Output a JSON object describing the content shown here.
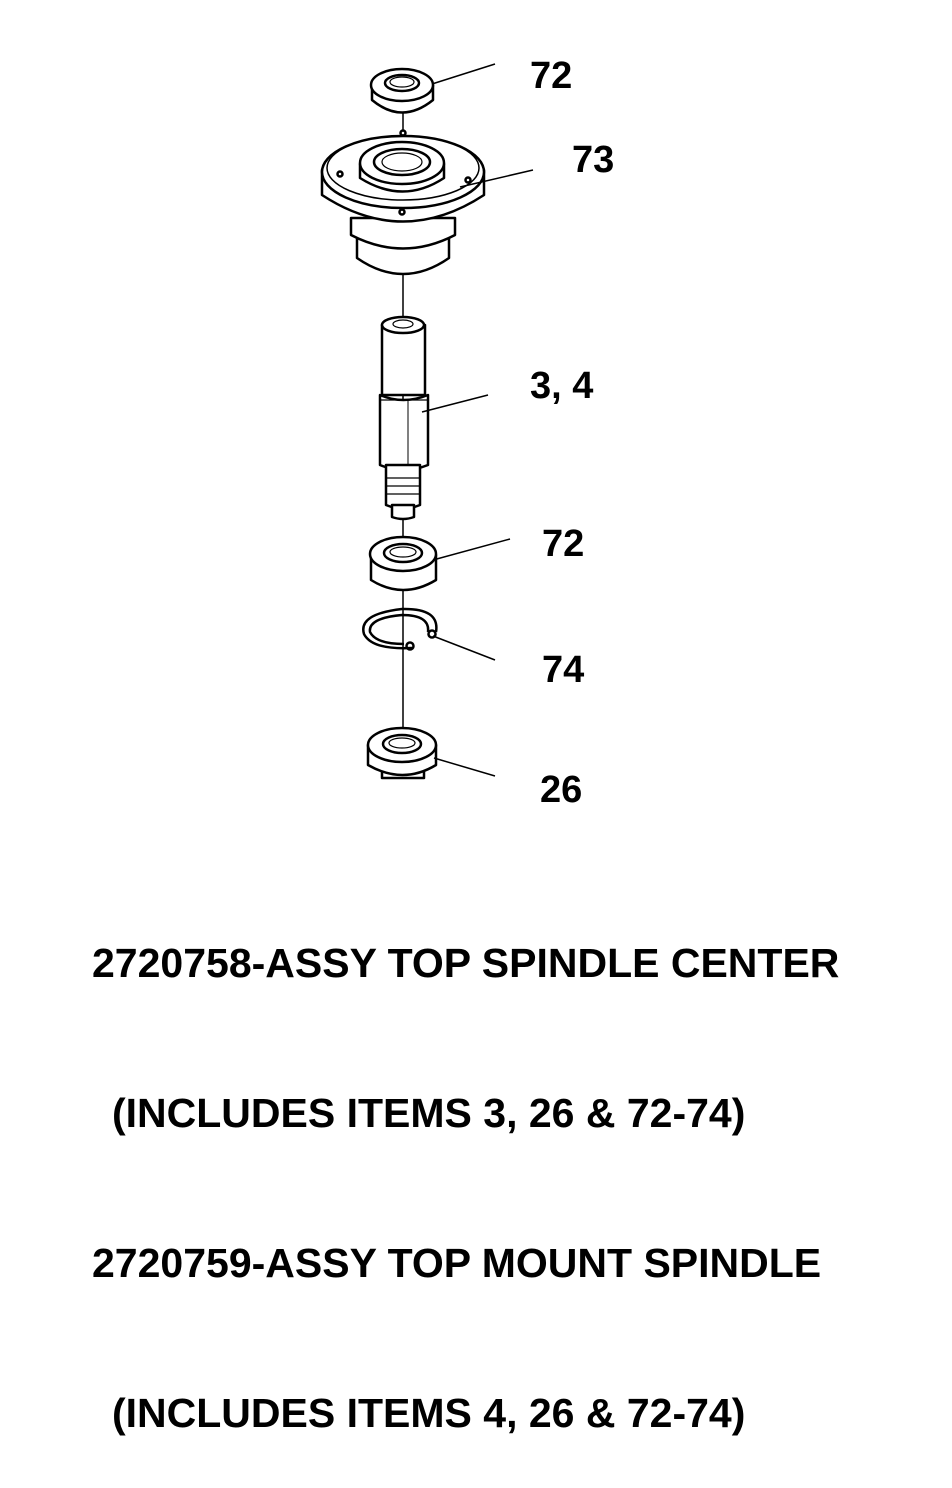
{
  "callouts": [
    {
      "id": "bearing-top",
      "label": "72"
    },
    {
      "id": "housing",
      "label": "73"
    },
    {
      "id": "shaft",
      "label": "3, 4"
    },
    {
      "id": "bearing-bottom",
      "label": "72"
    },
    {
      "id": "snap-ring",
      "label": "74"
    },
    {
      "id": "spacer",
      "label": "26"
    }
  ],
  "caption": {
    "line1": "2720758-ASSY TOP SPINDLE CENTER",
    "line2": "(INCLUDES ITEMS 3, 26 & 72-74)",
    "line3": "2720759-ASSY TOP MOUNT SPINDLE",
    "line4": "(INCLUDES ITEMS 4, 26 & 72-74)"
  }
}
